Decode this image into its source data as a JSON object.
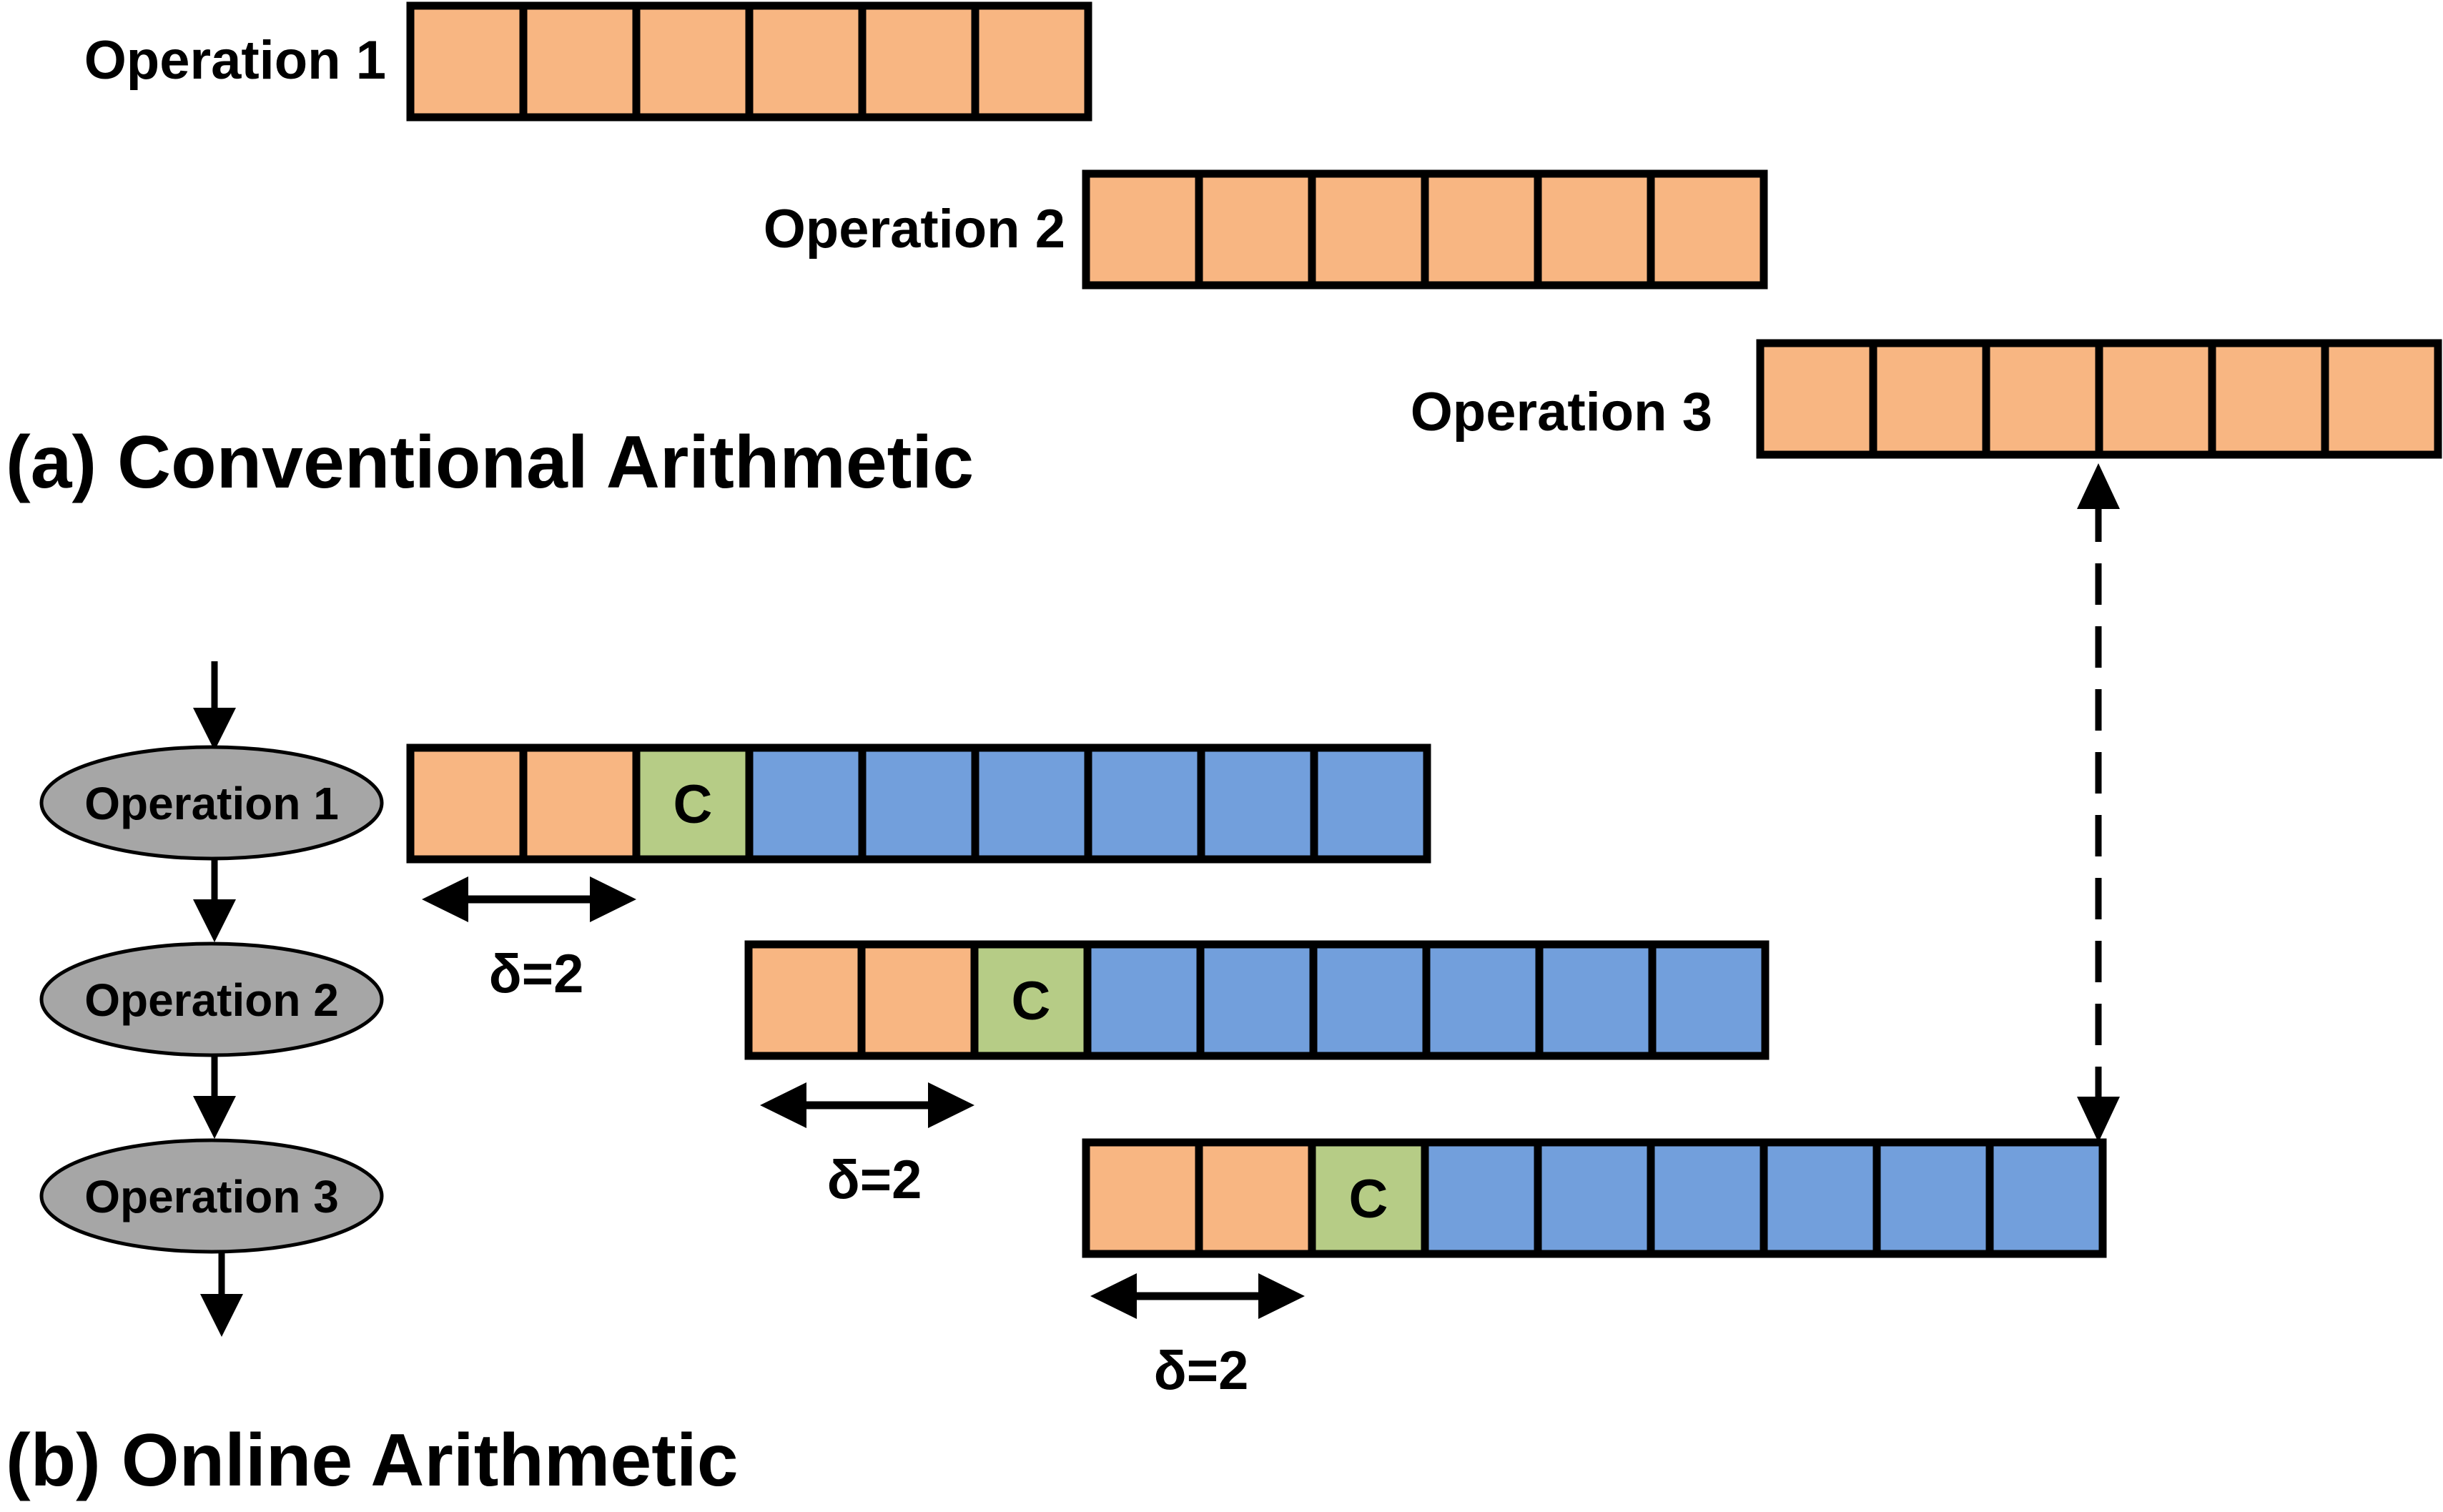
{
  "colors": {
    "conventional_cell": "#F8B682",
    "online_head_cell": "#F8B682",
    "carry_cell": "#B6CC86",
    "online_tail_cell": "#729FDC",
    "node_fill": "#A6A6A6",
    "stroke": "#000000"
  },
  "conventional": {
    "title": "(a) Conventional Arithmetic",
    "operations": [
      {
        "label": "Operation 1",
        "cells": 6
      },
      {
        "label": "Operation 2",
        "cells": 6
      },
      {
        "label": "Operation 3",
        "cells": 6
      }
    ]
  },
  "online": {
    "title": "(b) Online Arithmetic",
    "nodes": [
      "Operation 1",
      "Operation 2",
      "Operation 3"
    ],
    "operations": [
      {
        "head_cells": 2,
        "carry_label": "C",
        "tail_cells": 6,
        "delta_label": "δ=2"
      },
      {
        "head_cells": 2,
        "carry_label": "C",
        "tail_cells": 6,
        "delta_label": "δ=2"
      },
      {
        "head_cells": 2,
        "carry_label": "C",
        "tail_cells": 6,
        "delta_label": "δ=2"
      }
    ]
  }
}
